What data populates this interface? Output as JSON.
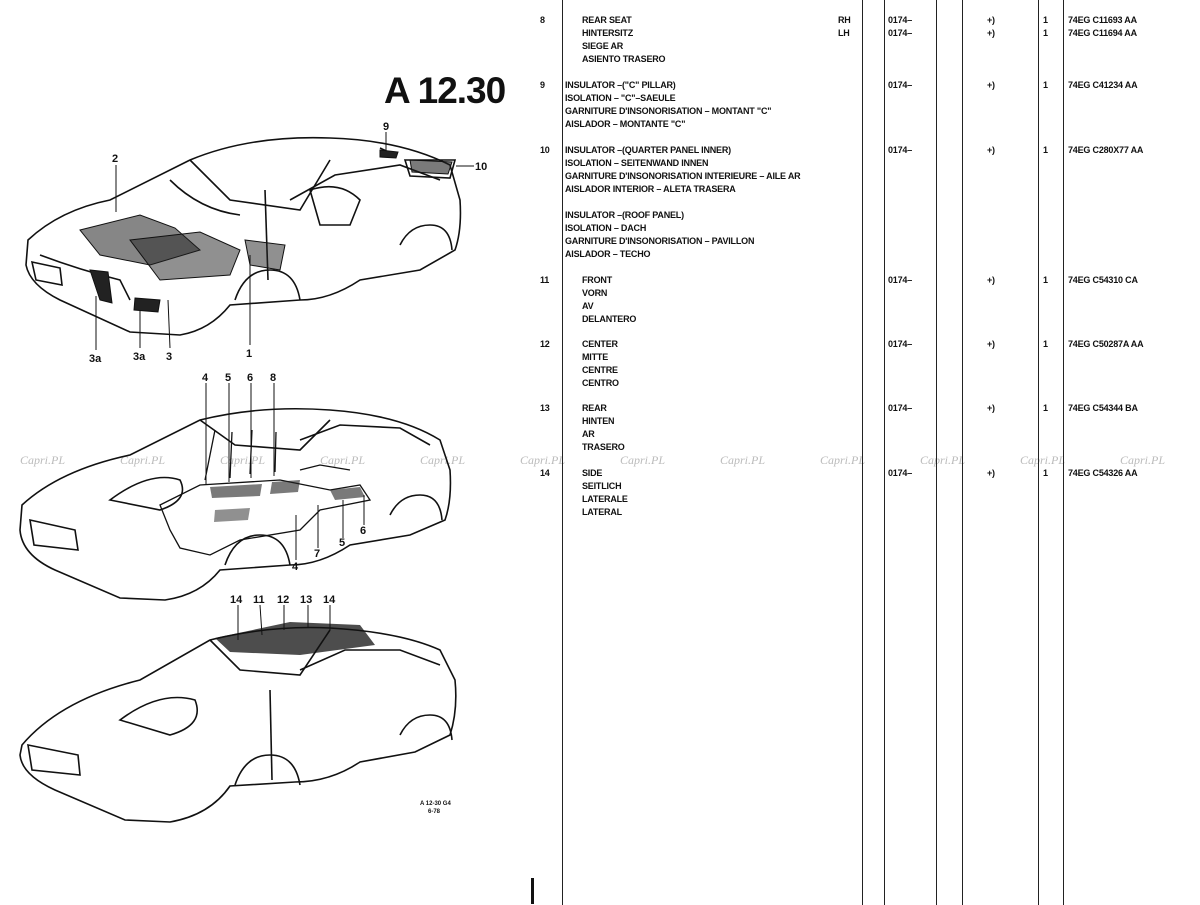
{
  "page_code": "A 12.30",
  "illustration": {
    "callouts_top": [
      "2",
      "9",
      "10",
      "3a",
      "3a",
      "3",
      "1"
    ],
    "callouts_middle": [
      "4",
      "5",
      "6",
      "8",
      "4",
      "7",
      "5",
      "6"
    ],
    "callouts_bottom": [
      "14",
      "11",
      "12",
      "13",
      "14"
    ],
    "figure_ref": [
      "A 12-30 G4",
      "6-78"
    ]
  },
  "watermark": "Capri.PL",
  "rows": [
    {
      "no": "8",
      "desc": [
        "REAR SEAT",
        "HINTERSITZ",
        "SIEGE AR",
        "ASIENTO TRASERO"
      ],
      "side": [
        "RH",
        "LH"
      ],
      "date": [
        "0174–",
        "0174–"
      ],
      "note": [
        "+)",
        "+)"
      ],
      "qty": [
        "1",
        "1"
      ],
      "part": [
        "74EG C11693 AA",
        "74EG C11694 AA"
      ],
      "indent": true
    },
    {
      "no": "9",
      "desc": [
        "INSULATOR –(\"C\" PILLAR)",
        "ISOLATION – \"C\"–SAEULE",
        "GARNITURE D'INSONORISATION – MONTANT \"C\"",
        "AISLADOR – MONTANTE \"C\""
      ],
      "side": [],
      "date": [
        "0174–"
      ],
      "note": [
        "+)"
      ],
      "qty": [
        "1"
      ],
      "part": [
        "74EG C41234 AA"
      ],
      "indent": false
    },
    {
      "no": "10",
      "desc": [
        "INSULATOR –(QUARTER PANEL INNER)",
        "ISOLATION – SEITENWAND INNEN",
        "GARNITURE D'INSONORISATION INTERIEURE – AILE AR",
        "AISLADOR INTERIOR – ALETA TRASERA"
      ],
      "side": [],
      "date": [
        "0174–"
      ],
      "note": [
        "+)"
      ],
      "qty": [
        "1"
      ],
      "part": [
        "74EG C280X77 AA"
      ],
      "indent": false
    },
    {
      "no": "",
      "desc": [
        "INSULATOR –(ROOF PANEL)",
        "ISOLATION – DACH",
        "GARNITURE D'INSONORISATION – PAVILLON",
        "AISLADOR – TECHO"
      ],
      "side": [],
      "date": [],
      "note": [],
      "qty": [],
      "part": [],
      "indent": false
    },
    {
      "no": "11",
      "desc": [
        "FRONT",
        "VORN",
        "AV",
        "DELANTERO"
      ],
      "side": [],
      "date": [
        "0174–"
      ],
      "note": [
        "+)"
      ],
      "qty": [
        "1"
      ],
      "part": [
        "74EG C54310 CA"
      ],
      "indent": true
    },
    {
      "no": "12",
      "desc": [
        "CENTER",
        "MITTE",
        "CENTRE",
        "CENTRO"
      ],
      "side": [],
      "date": [
        "0174–"
      ],
      "note": [
        "+)"
      ],
      "qty": [
        "1"
      ],
      "part": [
        "74EG C50287A AA"
      ],
      "indent": true
    },
    {
      "no": "13",
      "desc": [
        "REAR",
        "HINTEN",
        "AR",
        "TRASERO"
      ],
      "side": [],
      "date": [
        "0174–"
      ],
      "note": [
        "+)"
      ],
      "qty": [
        "1"
      ],
      "part": [
        "74EG C54344 BA"
      ],
      "indent": true
    },
    {
      "no": "14",
      "desc": [
        "SIDE",
        "SEITLICH",
        "LATERALE",
        "LATERAL"
      ],
      "side": [],
      "date": [
        "0174–"
      ],
      "note": [
        "+)"
      ],
      "qty": [
        "1"
      ],
      "part": [
        "74EG C54326 AA"
      ],
      "indent": true
    }
  ]
}
